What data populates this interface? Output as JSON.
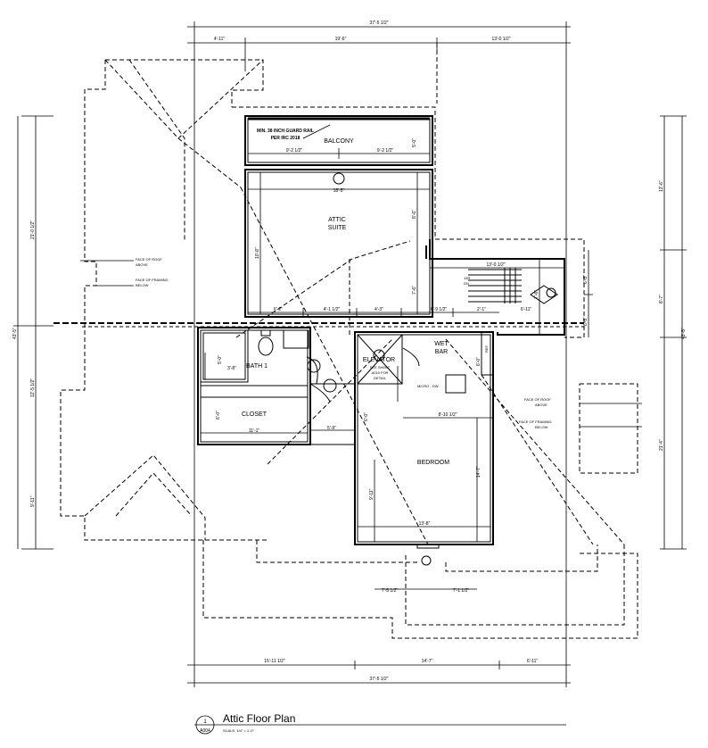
{
  "drawing": {
    "title": "Attic Floor Plan",
    "detail_number": "1",
    "sheet_number": "A004",
    "scale": "SCALE: 1/4\" = 1'-0\""
  },
  "rooms": {
    "attic": "ATTIC",
    "suite": "SUITE",
    "balcony": "BALCONY",
    "bath": "BATH 1",
    "closet": "CLOSET",
    "elevator": "ELEVATOR",
    "wet_bar": "WET",
    "wet_bar2": "BAR",
    "bedroom": "BEDROOM",
    "ref": "REF."
  },
  "notes": {
    "guard_rail_1": "MIN. 38 INCH GUARD RAIL",
    "guard_rail_2": "PER IRC 2018",
    "roof_above_1": "FACE OF ROOF",
    "roof_above_2": "ABOVE",
    "framing_below_1": "FACE OF FRAMING",
    "framing_below_2": "BELOW",
    "elevator_note_1": "SEE SHEET",
    "elevator_note_2": "A015 FOR",
    "elevator_note_3": "DETAIL",
    "stair_dn": "DN",
    "stair_num": "14R",
    "micro": "MICRO - DW"
  },
  "dimensions": {
    "top_overall": "37'-5 1/2\"",
    "top_seg1": "4'-11\"",
    "top_seg2": "19'-6\"",
    "top_seg3": "13'-0 1/2\"",
    "bottom_overall": "37'-5 1/2\"",
    "bottom_seg1": "15'-11 1/2\"",
    "bottom_seg2": "14'-7\"",
    "bottom_seg3": "6'-11\"",
    "left_overall": "43'-5\"",
    "left_upper": "21'-0 1/2\"",
    "left_mid": "12'-5 1/2\"",
    "left_lower": "9'-11\"",
    "right_overall": "43'-5\"",
    "right_upper": "13'-6\"",
    "right_mid": "8'-7\"",
    "right_lower": "21'-4\"",
    "right_s1": "6'-3\"",
    "right_s2": "6'-3\"",
    "balcony_w1": "9'-2 1/2\"",
    "balcony_w2": "9'-2 1/2\"",
    "balcony_d": "5'-0\"",
    "suite_w": "18'-5\"",
    "suite_d": "8'-6\"",
    "suite_h": "10'-8\"",
    "mid_a": "6'-2\"",
    "mid_b": "4'-1 1/2\"",
    "mid_c": "4'-3\"",
    "mid_d": "6'-9 1/2\"",
    "mid_e": "2'-1\"",
    "mid_f": "6'-11\"",
    "stair_w": "13'-0 1/2\"",
    "stair_h": "7'-6\"",
    "v_7_6": "7'-6\"",
    "bath_w": "3'-8\"",
    "bath_h": "5'-0\"",
    "closet_h": "6'-0\"",
    "closet_w": "11'-1\"",
    "hall_w": "5'-9\"",
    "elev_h": "6'-0\"",
    "bed_top": "8'-10 1/2\"",
    "bed_h": "14'-7\"",
    "bed_w": "13'-8\"",
    "bed_l": "9'-11\"",
    "wet_h": "6'-0\"",
    "bot_l": "7'-5 1/2\"",
    "bot_r": "7'-1 1/2\""
  }
}
